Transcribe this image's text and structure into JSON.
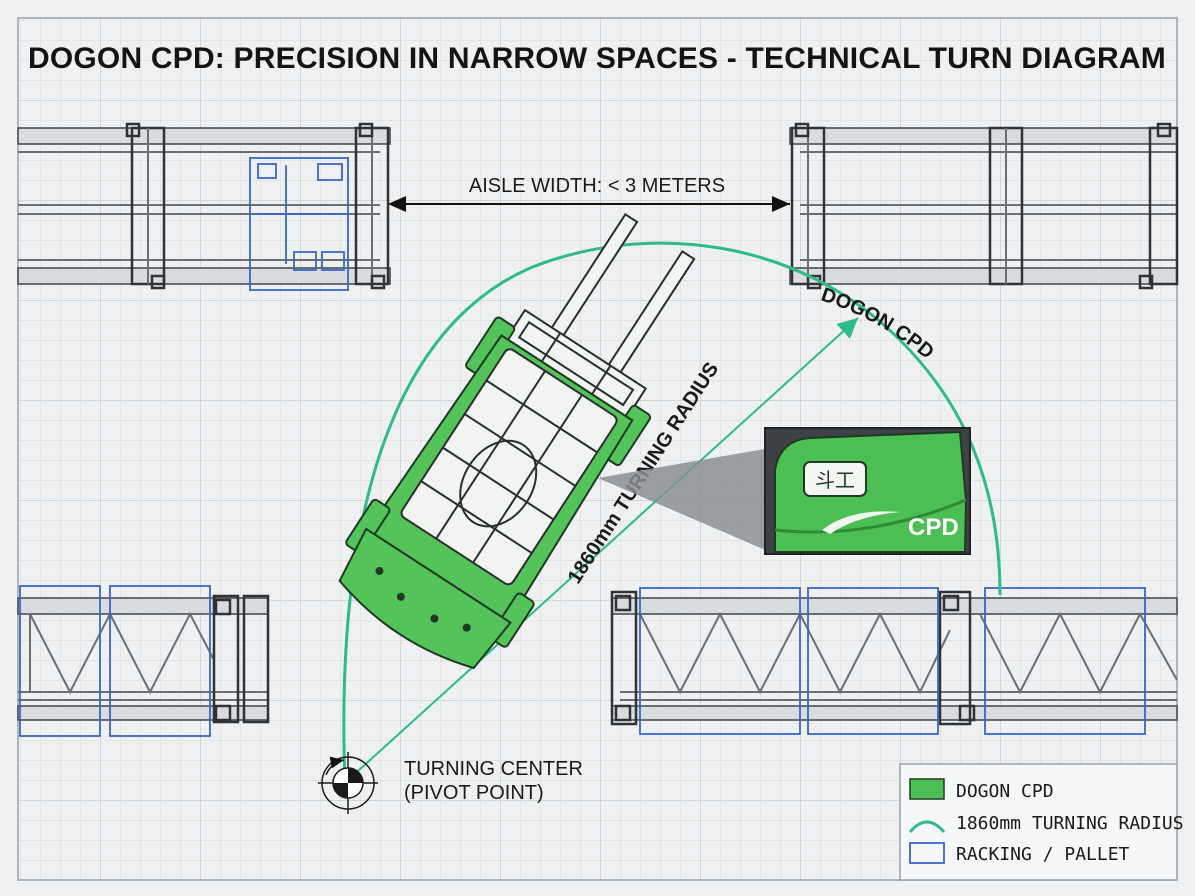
{
  "title": "DOGON CPD: PRECISION IN NARROW SPACES - TECHNICAL TURN DIAGRAM",
  "aisle_label": "AISLE WIDTH: < 3 METERS",
  "radius_label": "1860mm TURNING RADIUS",
  "arc_label": "DOGON CPD",
  "pivot": {
    "line1": "TURNING CENTER",
    "line2": "(PIVOT POINT)"
  },
  "inset": {
    "badge": "斗工",
    "model": "CPD"
  },
  "legend": {
    "items": [
      {
        "label": "DOGON CPD",
        "swatch": "green-box",
        "color": "#4cbf54"
      },
      {
        "label": "1860mm TURNING RADIUS",
        "swatch": "arc",
        "color": "#2fba8a"
      },
      {
        "label": "RACKING / PALLET",
        "swatch": "blue-box",
        "color": "#3a67c6"
      }
    ]
  },
  "colors": {
    "truck_green": "#53c35a",
    "radius_teal": "#2fba8a",
    "pallet_blue": "#3a67c6",
    "grid": "#c9cdd1"
  }
}
